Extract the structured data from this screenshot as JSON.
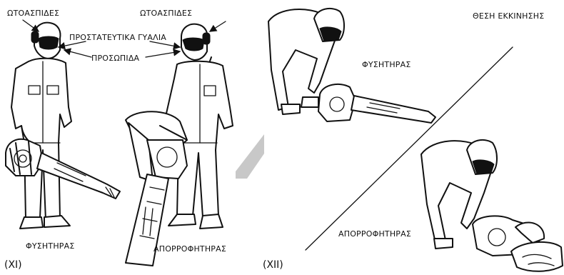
{
  "left_panel": {
    "figure_label": "(XI)",
    "labels": {
      "earmuffs_left": "ΩΤΟΑΣΠΙΔΕΣ",
      "earmuffs_right": "ΩΤΟΑΣΠΙΔΕΣ",
      "goggles": "ΠΡΟΣΤΑΤΕΥΤΙΚΑ ΓΥΑΛΙΑ",
      "face_shield": "ΠΡΟΣΩΠΙΔΑ",
      "blower": "ΦΥΣΗΤΗΡΑΣ",
      "vacuum": "ΑΠΟΡΡΟΦΗΤΗΡΑΣ"
    }
  },
  "right_panel": {
    "figure_label": "(XII)",
    "labels": {
      "start_position": "ΘΕΣΗ ΕΚΚΙΝΗΣΗΣ",
      "blower": "ΦΥΣΗΤΗΡΑΣ",
      "vacuum": "ΑΠΟΡΡΟΦΗΤΗΡΑΣ"
    }
  }
}
